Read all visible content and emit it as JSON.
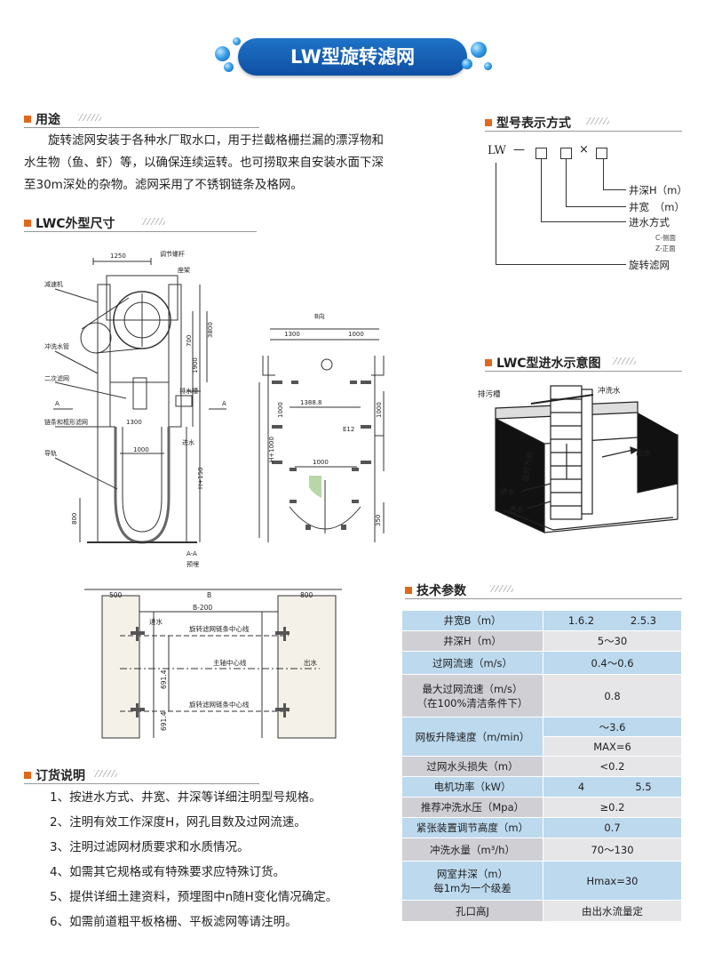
{
  "banner": {
    "title": "LW型旋转滤网"
  },
  "usage": {
    "heading": "用途",
    "lines": [
      "旋转滤网安装于各种水厂取水口，用于拦截格栅拦漏的漂浮物和",
      "水生物（鱼、虾）等，以确保连续运转。也可捞取来自安装水面下深",
      "至30m深处的杂物。滤网采用了不锈钢链条及格网。"
    ]
  },
  "dims": {
    "heading": "LWC外型尺寸",
    "labels": {
      "w1250": "1250",
      "adj": "调节螺杆",
      "seat": "座架",
      "reducer": "减速机",
      "wash": "冲洗水管",
      "secondary": "二次滤网",
      "drain": "排水槽",
      "chain": "链条和框形滤网",
      "guide": "导轨",
      "a": "A",
      "w1300": "1300",
      "w1000": "1000",
      "inlet": "进水",
      "h150": "H+150",
      "h800": "800",
      "h700": "700",
      "h3800": "3800",
      "h1900": "1900",
      "aa": "A-A",
      "embed": "预埋",
      "bdir": "B向",
      "b1300": "1300",
      "b1000": "1000",
      "b1388": "1388.8",
      "b1000v": "1000",
      "b3000": "1000",
      "hplus": "H+1000",
      "b350": "350",
      "bsm": "1000",
      "e12": "E12",
      "p500": "500",
      "p800": "800",
      "pb": "B",
      "pb200": "B-200",
      "chainline": "旋转滤网链条中心线",
      "mainline": "主轴中心线",
      "outwater": "出水",
      "inwater": "进水",
      "p691a": "691.4",
      "p691b": "691.4",
      "chainline2": "旋转滤网链条中心线"
    }
  },
  "order": {
    "heading": "订货说明",
    "items": [
      "1、按进水方式、井宽、井深等详细注明型号规格。",
      "2、注明有效工作深度H，网孔目数及过网流速。",
      "3、注明过滤网材质要求和水质情况。",
      "4、如需其它规格或有特殊要求应特殊订货。",
      "5、提供详细土建资料，预埋图中n随H变化情况确定。",
      "6、如需前道粗平板格栅、平板滤网等请注明。"
    ]
  },
  "model": {
    "heading": "型号表示方式",
    "prefix": "LW",
    "dash": "—",
    "times": "×",
    "labels": {
      "depth": "井深H（m）",
      "width": "井宽　（m）",
      "inlet": "进水方式",
      "c_side": "C-侧面",
      "z_front": "Z-正面",
      "name": "旋转滤网"
    }
  },
  "diagram": {
    "heading": "LWC型进水示意图",
    "labels": {
      "drain": "排污槽",
      "wash": "冲洗水",
      "rotate": "旋转方向",
      "outlet": "出水",
      "inlet1": "进水",
      "inlet2": "进水"
    }
  },
  "params": {
    "heading": "技术参数",
    "rows": [
      {
        "k": "井宽B（m）",
        "v": [
          "1.6.2",
          "2.5.3"
        ],
        "style": "b"
      },
      {
        "k": "井深H（m）",
        "v": [
          "5～30"
        ],
        "style": "g"
      },
      {
        "k": "过网流速（m/s）",
        "v": [
          "0.4～0.6"
        ],
        "style": "b"
      },
      {
        "k": "最大过网流速（m/s）",
        "k2": "（在100%清洁条件下）",
        "v": [
          "0.8"
        ],
        "style": "g"
      },
      {
        "k": "网板升降速度（m/min）",
        "v": [
          "～3.6",
          "MAX=6"
        ],
        "style": "split"
      },
      {
        "k": "过网水头损失（m）",
        "v": [
          "<0.2"
        ],
        "style": "g"
      },
      {
        "k": "电机功率（kW）",
        "v": [
          "4",
          "5.5"
        ],
        "style": "b"
      },
      {
        "k": "推荐冲洗水压（Mpa）",
        "v": [
          "≥0.2"
        ],
        "style": "g"
      },
      {
        "k": "紧张装置调节高度（m）",
        "v": [
          "0.7"
        ],
        "style": "b"
      },
      {
        "k": "冲洗水量（m³/h）",
        "v": [
          "70～130"
        ],
        "style": "g"
      },
      {
        "k": "网室井深（m）",
        "k2": "每1m为一个级差",
        "v": [
          "Hmax=30"
        ],
        "style": "b"
      },
      {
        "k": "孔口高J",
        "v": [
          "由出水流量定"
        ],
        "style": "g"
      }
    ]
  }
}
